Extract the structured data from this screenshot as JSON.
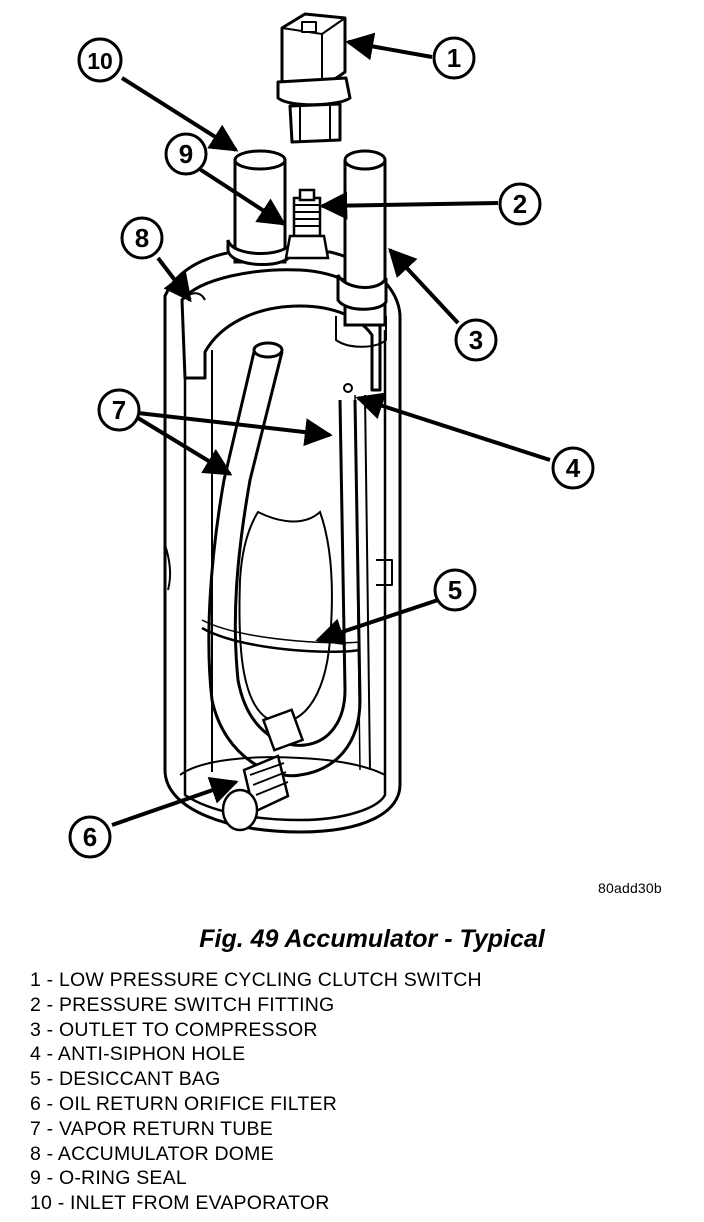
{
  "figure": {
    "code": "80add30b",
    "caption": "Fig. 49 Accumulator - Typical"
  },
  "callouts": [
    {
      "number": "1"
    },
    {
      "number": "2"
    },
    {
      "number": "3"
    },
    {
      "number": "4"
    },
    {
      "number": "5"
    },
    {
      "number": "6"
    },
    {
      "number": "7"
    },
    {
      "number": "8"
    },
    {
      "number": "9"
    },
    {
      "number": "10"
    }
  ],
  "legend": [
    "1 - LOW PRESSURE CYCLING CLUTCH SWITCH",
    "2 - PRESSURE SWITCH FITTING",
    "3 - OUTLET TO COMPRESSOR",
    "4 - ANTI-SIPHON HOLE",
    "5 - DESICCANT BAG",
    "6 - OIL RETURN ORIFICE FILTER",
    "7 - VAPOR RETURN TUBE",
    "8 - ACCUMULATOR DOME",
    "9 - O-RING SEAL",
    "10 - INLET FROM EVAPORATOR"
  ]
}
